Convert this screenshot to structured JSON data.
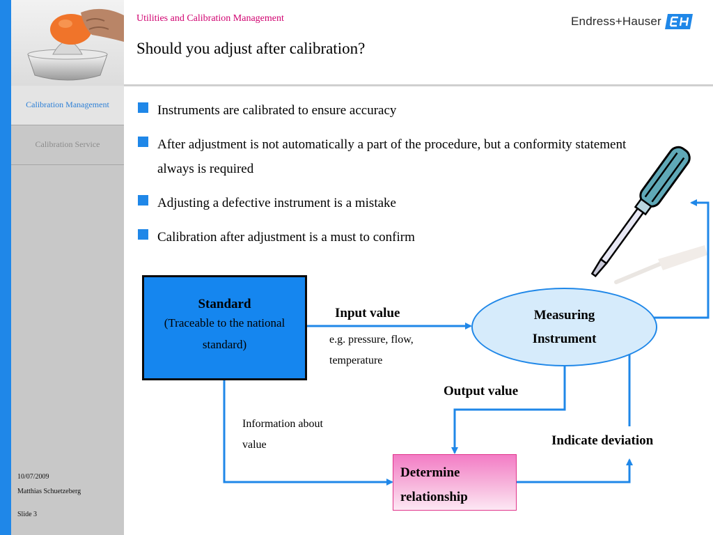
{
  "header": {
    "subtitle": "Utilities and Calibration Management",
    "title": "Should you adjust after calibration?",
    "logo_text": "Endress+Hauser"
  },
  "sidebar": {
    "items": [
      {
        "label": "Calibration Management",
        "active": true
      },
      {
        "label": "Calibration Service",
        "active": false
      }
    ],
    "footer": {
      "date": "10/07/2009",
      "author": "Matthias Schuetzeberg",
      "slide": "Slide 3"
    }
  },
  "bullets": [
    "Instruments are calibrated to ensure accuracy",
    "After adjustment is not automatically a part of the procedure, but a conformity statement always is required",
    "Adjusting a defective instrument is a mistake",
    "Calibration after adjustment is a must to confirm"
  ],
  "diagram": {
    "standard_title": "Standard",
    "standard_sub": "(Traceable to the national standard)",
    "measuring_instrument": "Measuring Instrument",
    "determine_relationship": "Determine relationship",
    "input_value": "Input value",
    "input_example": "e.g. pressure, flow, temperature",
    "output_value": "Output value",
    "information_about_value": "Information about value",
    "indicate_deviation": "Indicate deviation"
  },
  "colors": {
    "accent_blue": "#1f87e8",
    "standard_box": "#1586ef",
    "ellipse_fill": "#d6ebfb",
    "determine_box": "#f37cc5",
    "subtitle_magenta": "#d0006f",
    "sidebar_gray": "#c8c8c8"
  }
}
